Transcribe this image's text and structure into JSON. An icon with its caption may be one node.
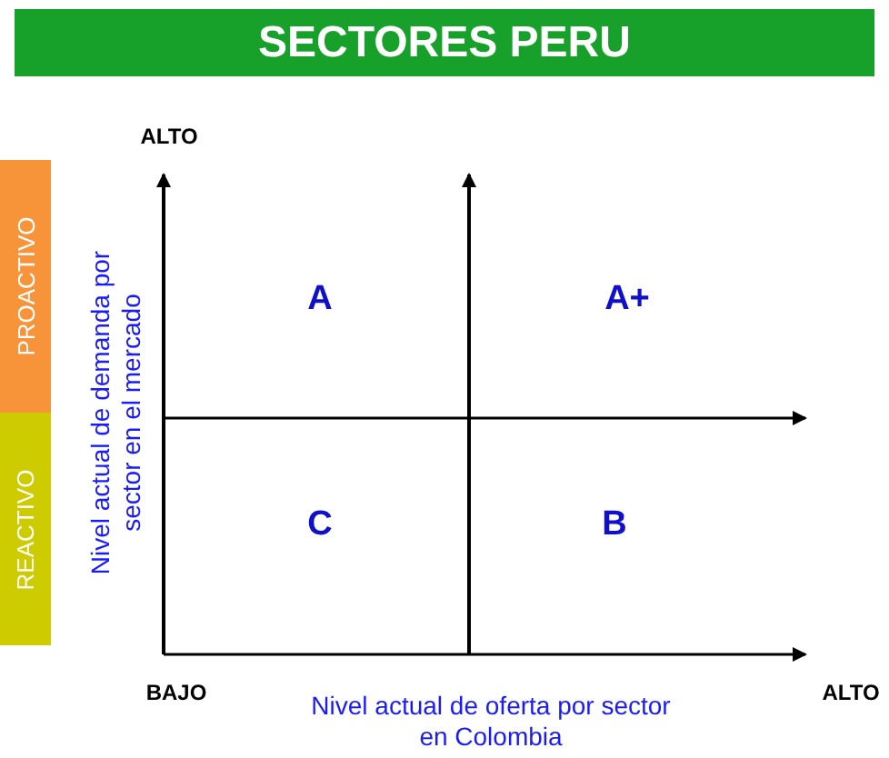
{
  "diagram": {
    "title": "SECTORES PERU",
    "nodes": [
      {
        "text": [
          "PROACTIVO"
        ]
      },
      {
        "text": [
          "REACTIVO"
        ]
      }
    ],
    "labels": [
      "ALTO",
      "Nivel actual de demanda por sector en el mercado",
      "A",
      "A+",
      "C",
      "B",
      "BAJO",
      "Nivel actual de oferta por sector en Colombia",
      "ALTO"
    ]
  }
}
